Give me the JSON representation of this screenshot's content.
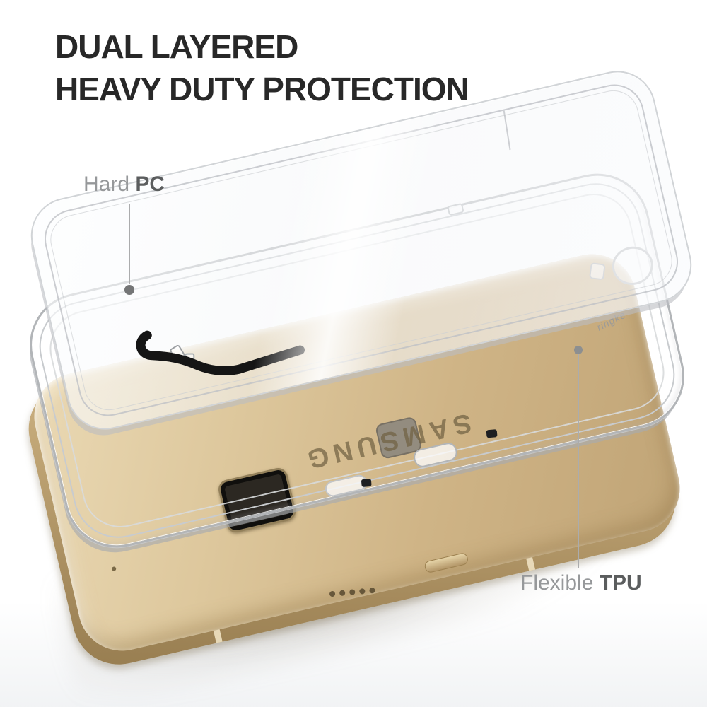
{
  "title": {
    "line1": "DUAL LAYERED",
    "line2": "HEAVY DUTY PROTECTION"
  },
  "callouts": {
    "hard_pc": {
      "label_light": "Hard",
      "label_bold": "PC"
    },
    "flexible_tpu": {
      "label_light": "Flexible",
      "label_bold": "TPU"
    }
  },
  "phone": {
    "brand_text": "SAMSUNG",
    "color_name": "gold",
    "body_color": "#cdb284"
  },
  "case": {
    "top_layer": "clear hard PC back plate",
    "middle_layer": "clear flexible TPU bumper",
    "engraving": "ringke"
  },
  "colors": {
    "background": "#ffffff",
    "title_text": "#282828",
    "label_light": "#96989a",
    "label_bold": "#5b5d5e",
    "leader_line": "#abacad",
    "case_edge": "#b2b5b8",
    "camera_black": "#100f0d"
  }
}
